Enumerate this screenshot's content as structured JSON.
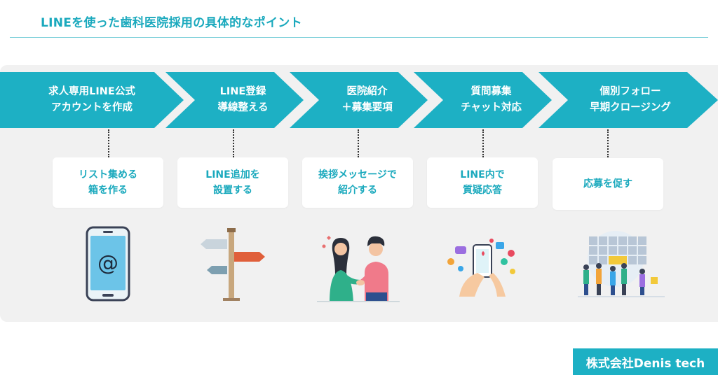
{
  "title": "LINEを使った歯科医院採用の具体的なポイント",
  "steps": [
    {
      "heading": [
        "求人専用LINE公式",
        "アカウントを作成"
      ],
      "detail": [
        "リスト集める",
        "箱を作る"
      ],
      "icon": "smartphone-at-icon"
    },
    {
      "heading": [
        "LINE登録",
        "導線整える"
      ],
      "detail": [
        "LINE追加を",
        "設置する"
      ],
      "icon": "signpost-icon"
    },
    {
      "heading": [
        "医院紹介",
        "＋募集要項"
      ],
      "detail": [
        "挨拶メッセージで",
        "紹介する"
      ],
      "icon": "handshake-people-icon"
    },
    {
      "heading": [
        "質問募集",
        "チャット対応"
      ],
      "detail": [
        "LINE内で",
        "質疑応答"
      ],
      "icon": "phone-chat-icon"
    },
    {
      "heading": [
        "個別フォロー",
        "早期クロージング"
      ],
      "detail": [
        "応募を促す"
      ],
      "icon": "recruit-team-icon"
    }
  ],
  "brand": "株式会社Denis tech",
  "colors": {
    "accent": "#1db0c4",
    "title": "#1aa9bd",
    "panel": "#f1f1f1"
  }
}
